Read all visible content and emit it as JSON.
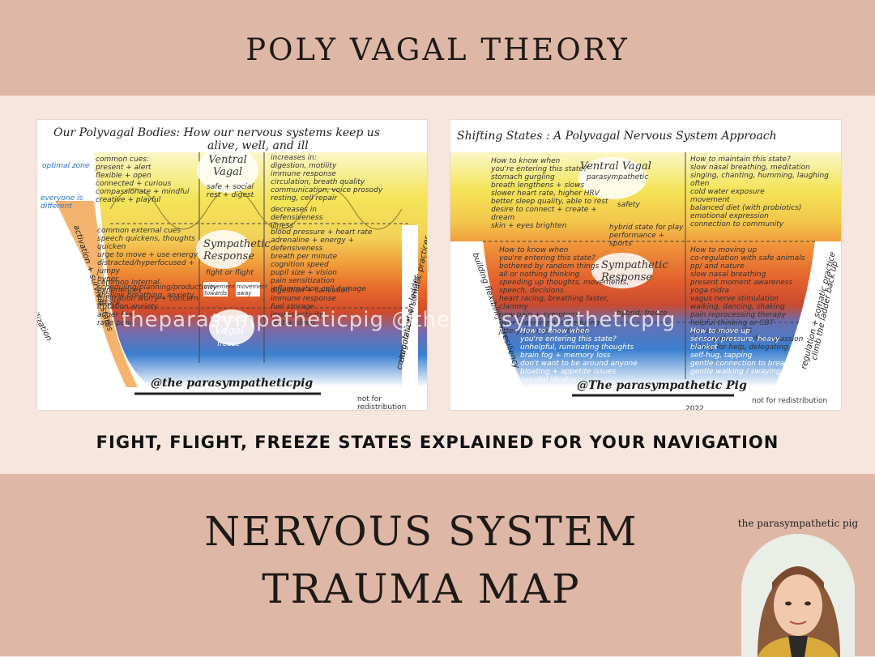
{
  "header": {
    "title": "POLY VAGAL THEORY"
  },
  "left_panel": {
    "heading": "Our Polyvagal Bodies: How our nervous systems keep us",
    "heading_line2": "alive, well, and ill",
    "notes": {
      "common_cues": "common cues:\npresent + alert\nflexible + open\nconnected + curious\ncompassionate + mindful\ncreative + playful",
      "increases": "increases in:\ndigestion, motility\nimmune response\ncirculation, breath quality\ncommunication, voice prosody\nresting, cell repair",
      "decreases": "decreases in\ndefensiveness\nillness",
      "external": "common external cues\nspeech quickens, thoughts quicken\nurge to move + use energy\ndistracted/hyperfocused + jumpy\nhyper scheduling/planning/productivity\nshallow breathing, anxiety attack",
      "internal": "common internal experiences\nfrustration   worry + concern\nirritation   anxiety\nanger   fear\nrage   panic",
      "blood": "blood pressure + heart rate\nadrenaline + energy + defensiveness\nbreath per minute\ncognition speed\npupil size + vision\npain sensitization\ninflammation   cell damage",
      "digestion": "digestion + salivation\nimmune response\nfuel storage\ninsulin activity\nrest + sleep"
    },
    "labels": {
      "optimal_zone": "optimal zone",
      "everyone_different": "everyone is different",
      "ventral": "Ventral\nVagal",
      "ventral_sub": "safe + social\nrest + digest",
      "sympathetic": "Sympathetic\nResponse",
      "fight_flight": "fight or flight",
      "movement_towards": "movement\ntowards",
      "movement_away": "movement\naway",
      "dorsal": "Dorsal\nVagal",
      "freeze": "freeze",
      "mobilization": "mobilization",
      "activation_survival": "activation + survival states",
      "coregulation": "co-regulation + somatic practices",
      "demobilization": "demobilization ladder"
    },
    "handle": "@the parasympatheticpig",
    "redistribution": "not for redistribution"
  },
  "right_panel": {
    "heading": "Shifting States : A Polyvagal Nervous System Approach",
    "notes": {
      "know_entering": "How to know when\nyou're entering this state?\nstomach gurgling\nbreath lengthens + slows\nslower heart rate, higher HRV\nbetter sleep quality, able to rest\ndesire to connect + create + dream\nskin + eyes brighten",
      "maintain": "How to maintain this state?\nslow nasal breathing, meditation\nsinging, chanting, humming, laughing often\ncold water exposure\nmovement\nbalanced diet (with probiotics)\nemotional expression\nconnection to community",
      "hybrid_play": "hybrid state for play\nperformance + sports",
      "know_sympathetic": "How to know when\nyou're entering this state?\nbothered by random things\nall or nothing thinking\nspeeding up thoughts, movements, speech, decisions\nheart racing, breathing faster, clammy\nnew pain + symptoms\nover planning + scheduling\njittery, jumpy, scattered",
      "moving_up": "How to moving up\nco-regulation with safe animals\npp/ and nature\nslow nasal breathing\npresent moment awareness\nyoga nidra\nvagus nerve stimulation\nwalking, dancing, shaking\npain reprocessing therapy\nhelpful thinking or CBT\nparts work or IFS\nslowing down, self-compassion\nasking for help, delegating",
      "hybrid_freeze": "hybrid: freeze",
      "know_dorsal": "How to know when\nyou're entering this state?\nunhelpful, ruminating thoughts\nbrain fog + memory loss\ndon't want to be around anyone\nbloating + appetite issues\nsuicidal ideation",
      "dorsal_up": "How to move up\nsensory pressure, heavy blanket\nself-hug, tapping\ngentle connection to breath\ngentle walking / swaying"
    },
    "labels": {
      "ventral": "Ventral Vagal",
      "ventral_sub": "parasympathetic",
      "sympathetic": "Sympathetic\nResponse",
      "safety": "safety",
      "building": "building flexibility + resiliency",
      "regulation_ladder": "regulation + somatic practice",
      "climb": "climb the ladder back up"
    },
    "handle": "@The parasympathetic Pig",
    "redistribution": "not for redistribution",
    "year": "2022"
  },
  "watermark": "theparasympatheticpig @theparasympatheticpig",
  "subtitle": "FIGHT, FLIGHT, FREEZE STATES EXPLAINED FOR YOUR NAVIGATION",
  "bottom": {
    "line1": "NERVOUS SYSTEM",
    "line2": "TRAUMA MAP",
    "brand": "the parasympathetic pig"
  },
  "colors": {
    "band": "#dfb7a6",
    "background": "#f6e6de",
    "yellow": "#f2e25a",
    "orange": "#f19a3a",
    "red": "#d9482b",
    "blue": "#2f6fc4"
  }
}
